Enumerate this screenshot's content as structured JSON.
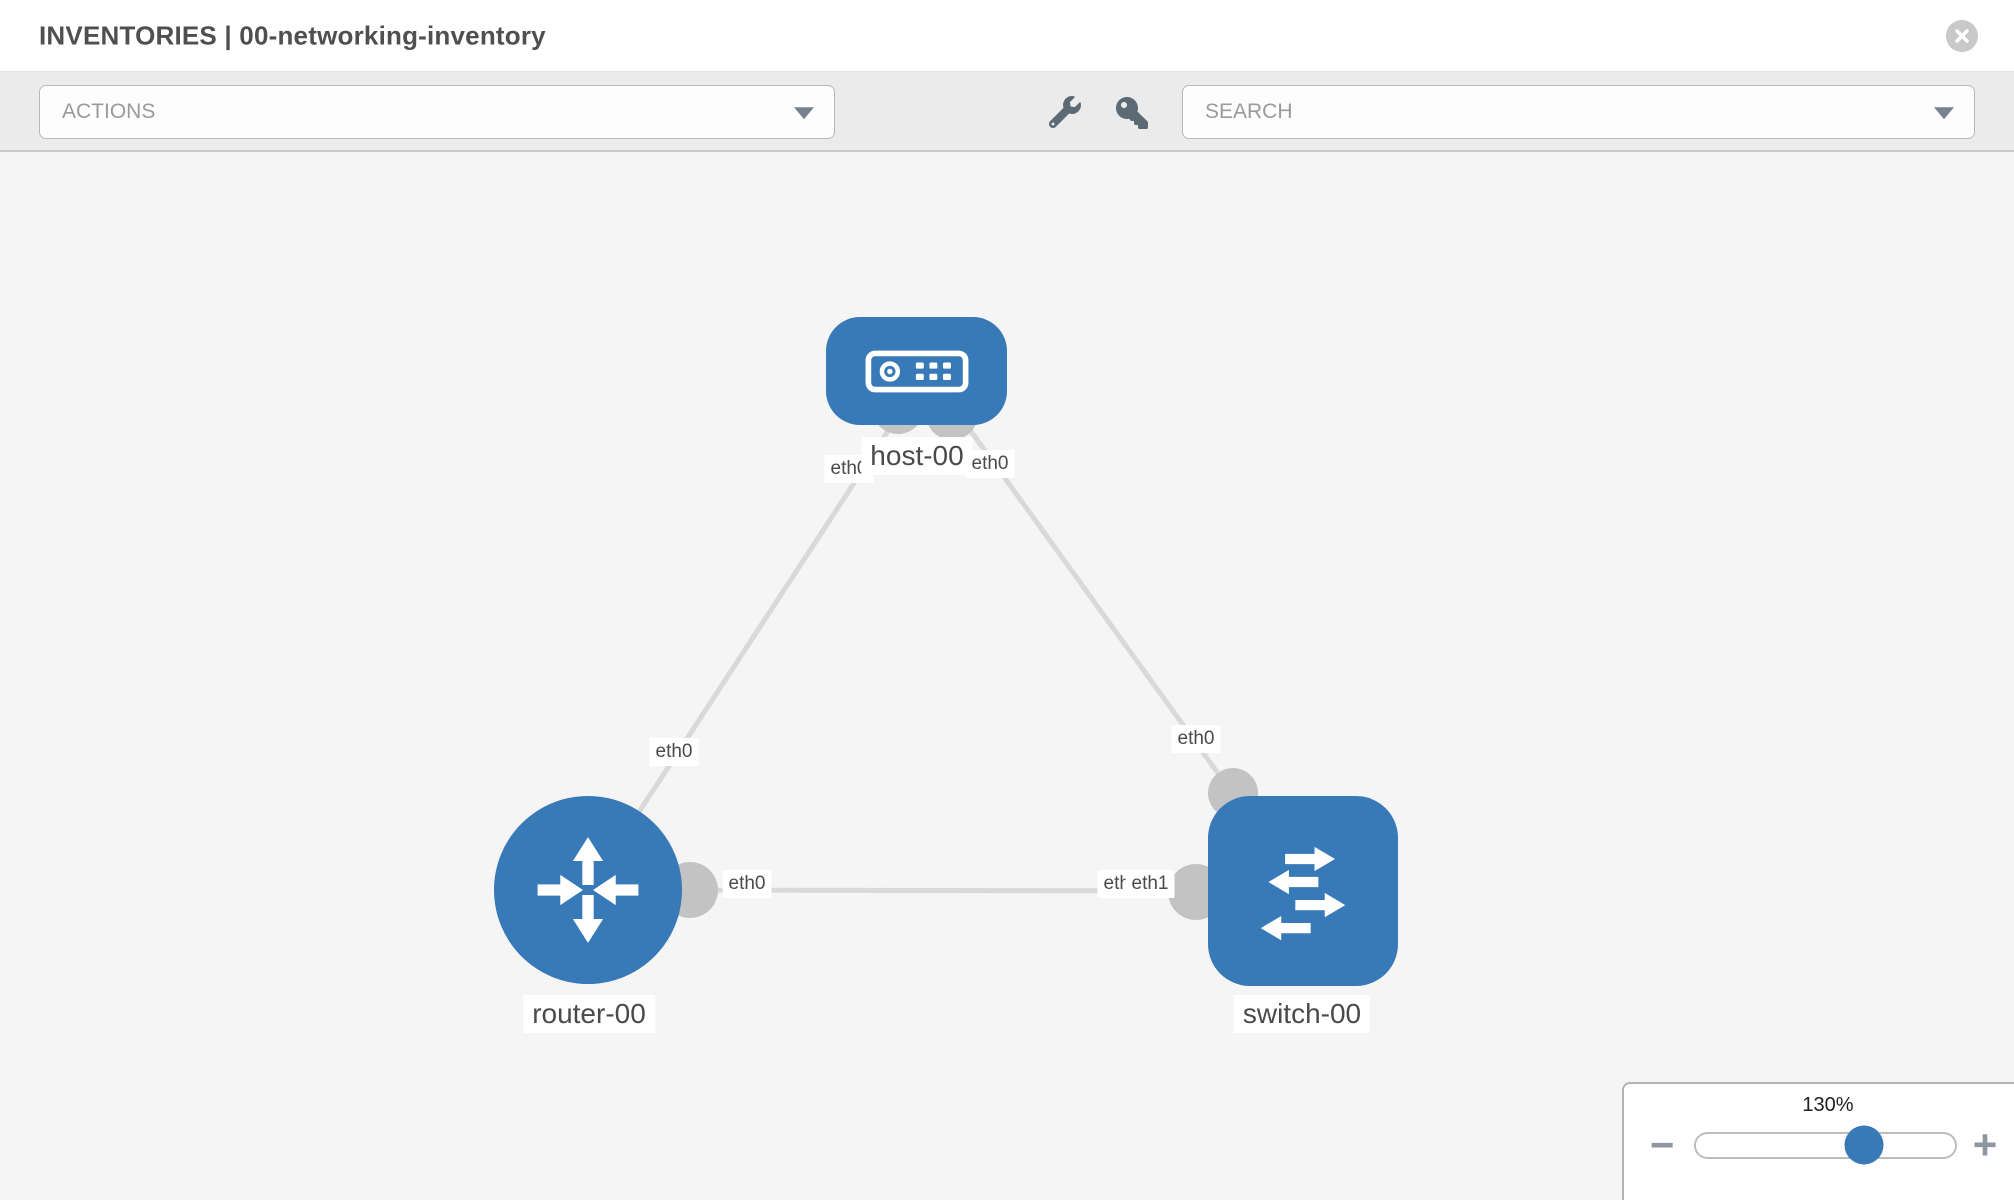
{
  "header": {
    "title": "INVENTORIES | 00-networking-inventory"
  },
  "toolbar": {
    "actions_label": "ACTIONS",
    "search_placeholder": "SEARCH"
  },
  "icons": {
    "close": "circle-x",
    "wrench": "wrench",
    "key": "key",
    "caret": "triangle-down"
  },
  "colors": {
    "node_blue": "#3879b7",
    "link_gray": "#d9d9d9",
    "connector_gray": "#c3c3c3",
    "toolbar_bg": "#ebebeb",
    "canvas_bg": "#f5f5f5",
    "label_text": "#4a4a4a"
  },
  "topology": {
    "nodes": [
      {
        "label": "host-00",
        "type": "host"
      },
      {
        "label": "router-00",
        "type": "router"
      },
      {
        "label": "switch-00",
        "type": "switch"
      }
    ],
    "links": [
      {
        "from": "host-00",
        "to": "router-00",
        "from_interface": "eth0",
        "to_interface": "eth0"
      },
      {
        "from": "host-00",
        "to": "switch-00",
        "from_interface": "eth0",
        "to_interface": "eth0"
      },
      {
        "from": "router-00",
        "to": "switch-00",
        "from_interface": "eth0",
        "to_interface": "eth1",
        "to_interface_back": "eth0"
      }
    ]
  },
  "zoom_control": {
    "percent": "130%",
    "minus_glyph": "−",
    "plus_glyph": "+"
  }
}
